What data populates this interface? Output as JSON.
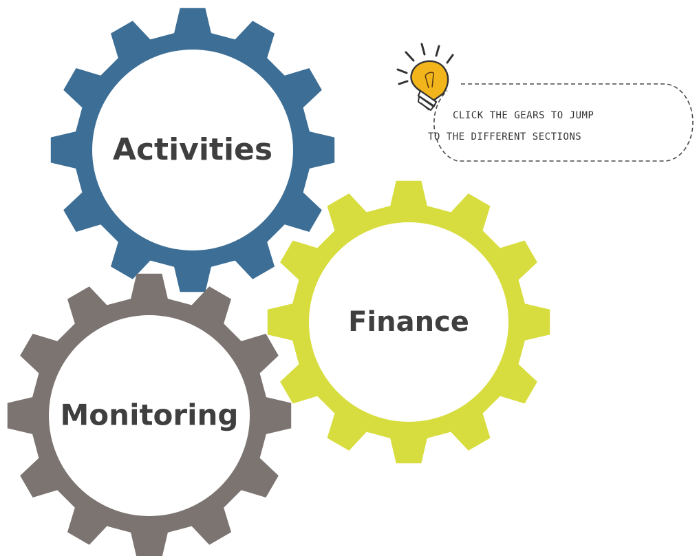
{
  "gears": [
    {
      "id": "activities",
      "label": "Activities",
      "color": "#3c6e96"
    },
    {
      "id": "finance",
      "label": "Finance",
      "color": "#d8dd3f"
    },
    {
      "id": "monitoring",
      "label": "Monitoring",
      "color": "#7c7471"
    }
  ],
  "hint": {
    "line1": "CLICK THE GEARS TO JUMP",
    "line2": "TO THE DIFFERENT SECTIONS",
    "icon": "lightbulb-icon",
    "bulb_color": "#f3b51c"
  }
}
